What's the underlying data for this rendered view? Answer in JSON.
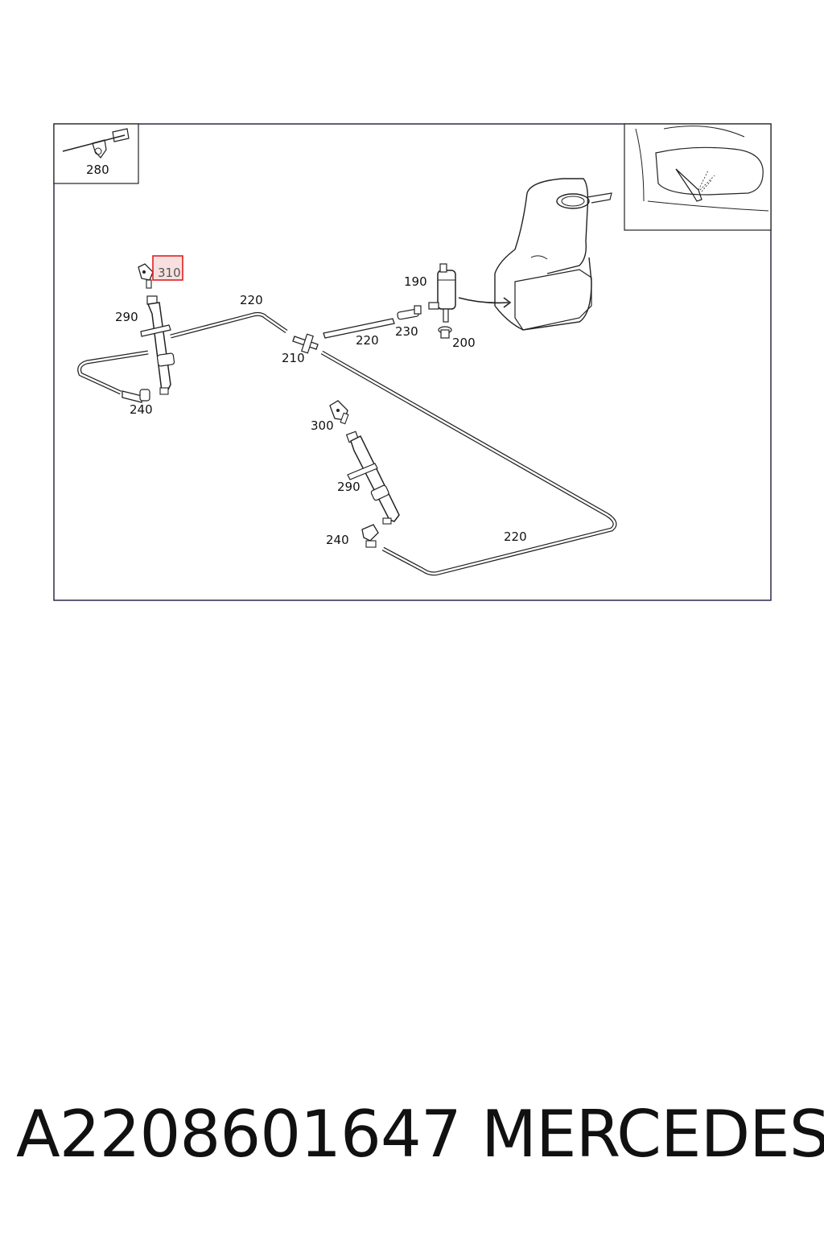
{
  "callouts": {
    "c280": "280",
    "c310": "310",
    "c290a": "290",
    "c220a": "220",
    "c190": "190",
    "c220b": "220",
    "c230": "230",
    "c200": "200",
    "c210": "210",
    "c240a": "240",
    "c300": "300",
    "c290b": "290",
    "c240b": "240",
    "c220c": "220"
  },
  "highlight_color": "#e02020",
  "footer": {
    "part_number": "A2208601647",
    "brand": "MERCEDES"
  }
}
